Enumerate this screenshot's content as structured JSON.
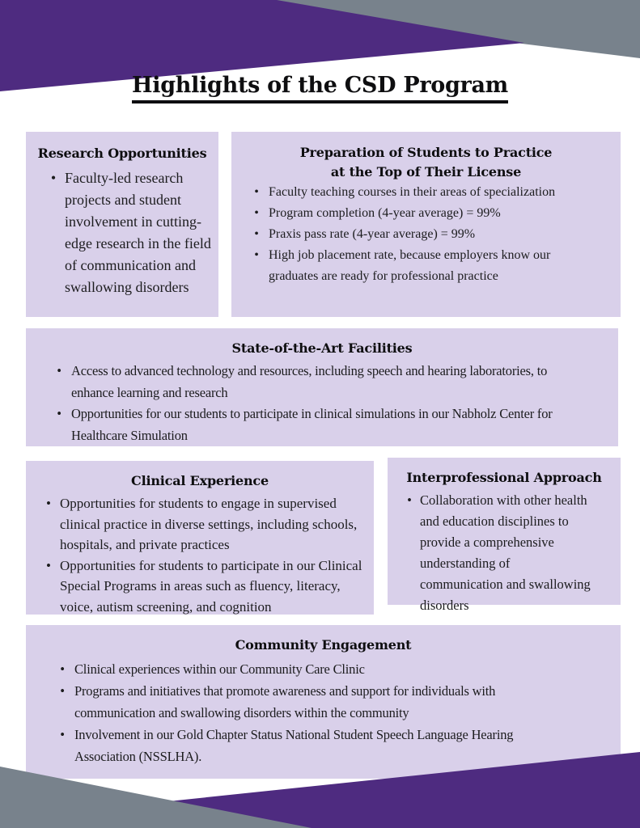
{
  "page": {
    "title": "Highlights of the CSD Program",
    "colors": {
      "accent_purple": "#4E2B80",
      "accent_gray": "#78828C",
      "box_background": "#D9D0EA",
      "text": "#1C1C1E"
    }
  },
  "boxes": {
    "research": {
      "title": "Research Opportunities",
      "bullets": [
        "Faculty-led research projects and student involvement in cutting-edge research in the field of communication and swallowing disorders"
      ]
    },
    "preparation": {
      "title_line1": "Preparation of Students to Practice",
      "title_line2": "at the Top of  Their License",
      "bullets": [
        "Faculty teaching courses in their areas of specialization",
        "Program completion (4-year average) = 99%",
        "Praxis pass rate (4-year average) = 99%",
        "High job placement rate, because employers know our graduates are ready for professional practice"
      ]
    },
    "facilities": {
      "title": "State-of-the-Art Facilities",
      "bullets": [
        "Access to advanced technology and resources, including speech and hearing laboratories, to enhance learning and research",
        "Opportunities for our students to participate in clinical simulations in our Nabholz Center for Healthcare Simulation"
      ]
    },
    "clinical": {
      "title": "Clinical Experience",
      "bullets": [
        "Opportunities for students to engage in supervised clinical practice in diverse settings, including schools, hospitals, and private practices",
        "Opportunities for students to participate in our Clinical Special Programs in areas such as fluency, literacy, voice, autism screening, and cognition"
      ]
    },
    "interprofessional": {
      "title": "Interprofessional Approach",
      "bullets": [
        "Collaboration with other health and education disciplines to provide a comprehensive understanding of communication and swallowing disorders"
      ]
    },
    "community": {
      "title": "Community Engagement",
      "bullets": [
        "Clinical experiences within our Community Care Clinic",
        "Programs and initiatives that promote awareness and support for individuals with communication and swallowing disorders within the community",
        "Involvement in our Gold Chapter Status National Student Speech Language Hearing Association (NSSLHA)."
      ]
    }
  },
  "bullet_glyph": "•"
}
